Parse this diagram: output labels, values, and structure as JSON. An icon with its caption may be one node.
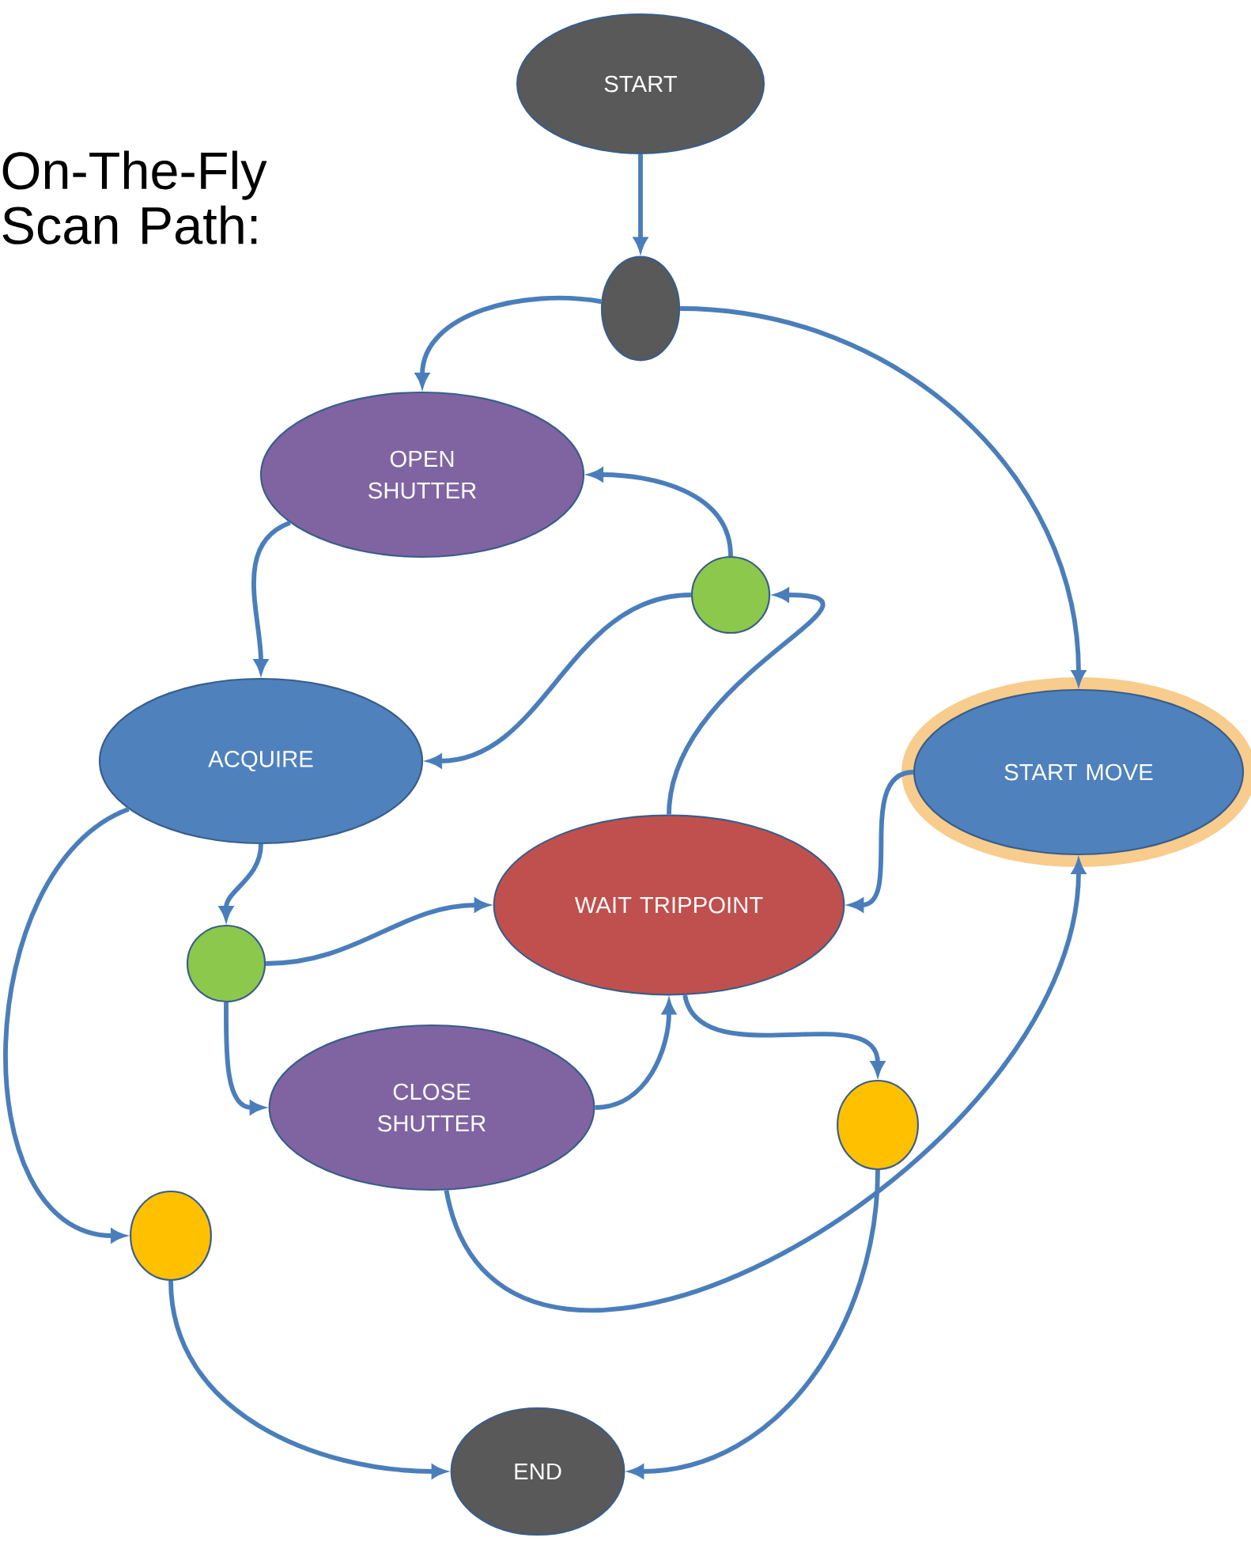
{
  "diagram": {
    "title": "On-The-Fly Scan Path:",
    "nodes": [
      {
        "text": [
          "START"
        ]
      },
      {
        "text": [],
        "shape": "circle"
      },
      {
        "text": [
          "OPEN SHUTTER"
        ]
      },
      {
        "text": [],
        "shape": "circle"
      },
      {
        "text": [
          "ACQUIRE"
        ]
      },
      {
        "text": [
          "START MOVE"
        ]
      },
      {
        "text": [
          "WAIT TRIPPOINT"
        ]
      },
      {
        "text": [],
        "shape": "circle"
      },
      {
        "text": [
          "CLOSE SHUTTER"
        ]
      },
      {
        "text": [],
        "shape": "circle"
      },
      {
        "text": [],
        "shape": "circle"
      },
      {
        "text": [
          "END"
        ]
      }
    ],
    "edges": [
      {
        "from": 0,
        "to": 1,
        "arrow": "to"
      },
      {
        "from": 1,
        "to": 2,
        "arrow": "to"
      },
      {
        "from": 1,
        "to": 5,
        "arrow": "to"
      },
      {
        "from": 3,
        "to": 2,
        "arrow": "to"
      },
      {
        "from": 2,
        "to": 4,
        "arrow": "to"
      },
      {
        "from": 3,
        "to": 4,
        "arrow": "to"
      },
      {
        "from": 6,
        "to": 3,
        "arrow": "to"
      },
      {
        "from": 4,
        "to": 7,
        "arrow": "to"
      },
      {
        "from": 7,
        "to": 6,
        "arrow": "to"
      },
      {
        "from": 7,
        "to": 8,
        "arrow": "to"
      },
      {
        "from": 8,
        "to": 6,
        "arrow": "to"
      },
      {
        "from": 5,
        "to": 6,
        "arrow": "to"
      },
      {
        "from": 6,
        "to": 9,
        "arrow": "to"
      },
      {
        "from": 8,
        "to": 5,
        "arrow": "to"
      },
      {
        "from": 4,
        "to": 10,
        "arrow": "to"
      },
      {
        "from": 10,
        "to": 11,
        "arrow": "to"
      },
      {
        "from": 9,
        "to": 11,
        "arrow": "to"
      }
    ]
  }
}
